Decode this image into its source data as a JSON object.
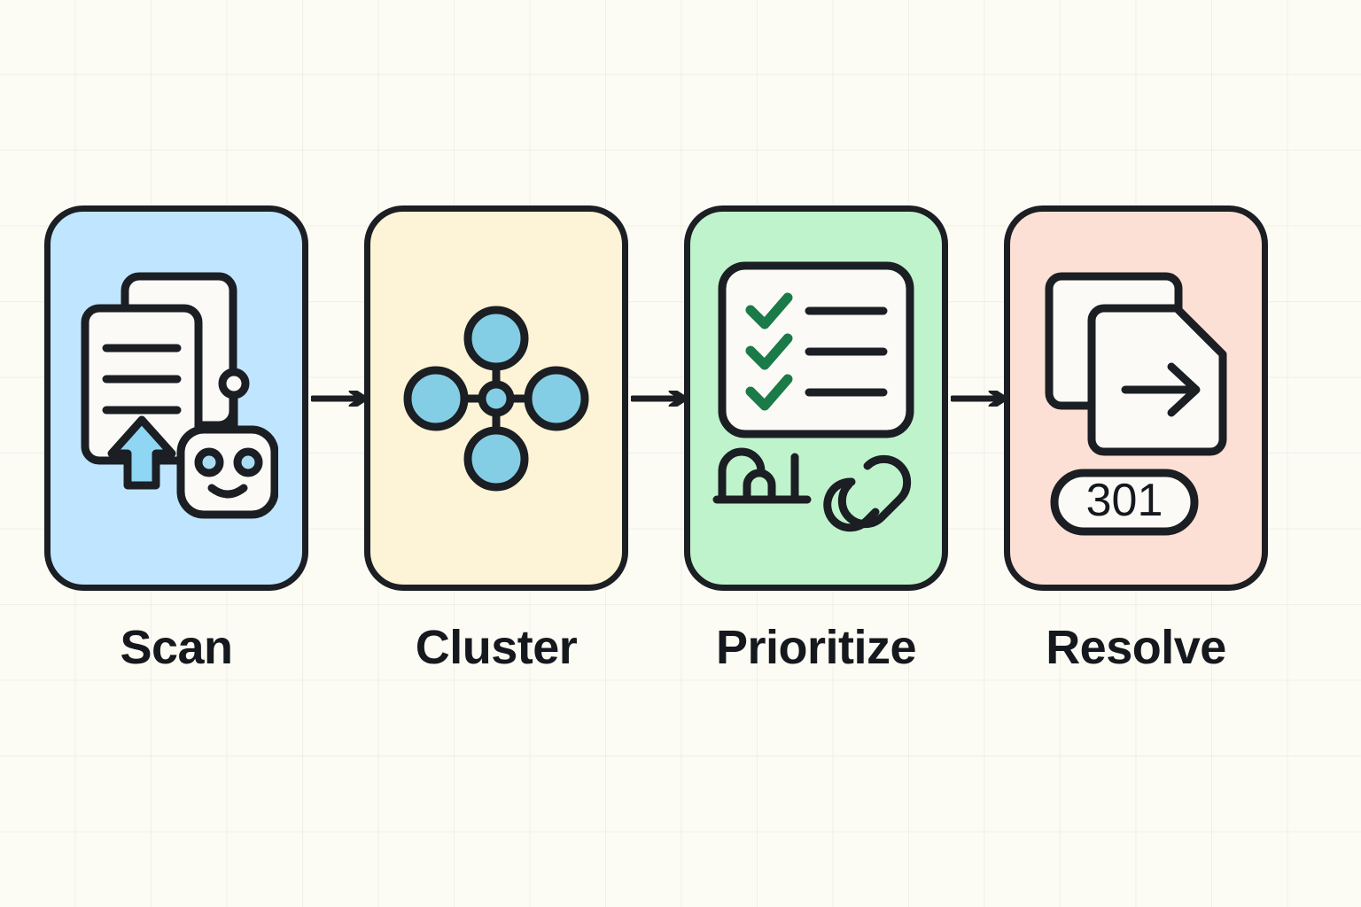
{
  "diagram": {
    "title": "Scan Cluster Prioritize Resolve workflow",
    "background_color": "#FCFBF4",
    "grid": true,
    "outline_color": "#1B1E23",
    "steps": [
      {
        "label": "Scan",
        "card_color": "#BFE6FE",
        "icon_name": "documents-with-upload-arrow-and-robot-icon",
        "icon_parts": [
          "document-back",
          "document-front",
          "text-line",
          "text-line",
          "text-line",
          "upload-arrow",
          "robot-head"
        ],
        "accent_color": "#8FD6F5",
        "badge": ""
      },
      {
        "label": "Cluster",
        "card_color": "#FDF3D6",
        "icon_name": "node-cluster-network-icon",
        "icon_parts": [
          "hub-node",
          "node-top",
          "node-left",
          "node-right",
          "node-bottom",
          "edge",
          "edge",
          "edge",
          "edge"
        ],
        "accent_color": "#83CEE5",
        "badge": ""
      },
      {
        "label": "Prioritize",
        "card_color": "#BFF3CC",
        "icon_name": "checklist-with-chart-and-link-icon",
        "icon_parts": [
          "checklist-card",
          "checkmark",
          "checkmark",
          "checkmark",
          "bar-chart-icon",
          "chain-link-icon"
        ],
        "accent_color": "#1A7A48",
        "badge": ""
      },
      {
        "label": "Resolve",
        "card_color": "#FDE0D5",
        "icon_name": "redirect-documents-icon",
        "icon_parts": [
          "document-back",
          "document-front-clipped-corner",
          "right-arrow",
          "status-badge"
        ],
        "accent_color": "#1B1E23",
        "badge": "301"
      }
    ],
    "connectors": [
      {
        "name": "arrow-scan-to-cluster",
        "glyph": "→"
      },
      {
        "name": "arrow-cluster-to-prioritize",
        "glyph": "→"
      },
      {
        "name": "arrow-prioritize-to-resolve",
        "glyph": "→"
      }
    ]
  }
}
